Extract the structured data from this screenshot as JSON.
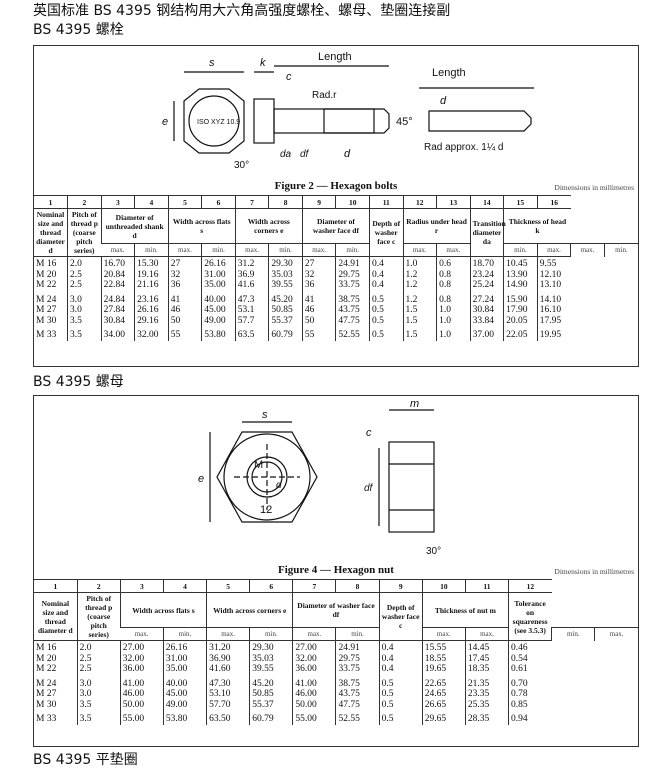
{
  "title": "英国标准 BS 4395 钢结构用大六角高强度螺栓、螺母、垫圈连接副",
  "sections": {
    "bolt": "BS 4395 螺栓",
    "nut": "BS 4395 螺母",
    "washer": "BS 4395 平垫圈"
  },
  "bolt_drawing": {
    "labels": {
      "s": "s",
      "k": "k",
      "length": "Length",
      "c": "c",
      "rad": "Rad.r",
      "e": "e",
      "angle45": "45°",
      "da": "da",
      "df": "df",
      "d": "d",
      "angle30": "30°",
      "length2": "Length",
      "d2": "d",
      "rad_approx": "Rad approx. 1¼ d",
      "head_mark": "ISO XYZ 10.9"
    }
  },
  "nut_drawing": {
    "labels": {
      "s": "s",
      "m_top": "m",
      "c": "c",
      "M": "M",
      "d": "d",
      "grade": "12",
      "e": "e",
      "df": "df",
      "angle30": "30°"
    }
  },
  "bolt_table": {
    "caption": "Figure 2 — Hexagon bolts",
    "units": "Dimensions in millimetres",
    "col_numbers": [
      "1",
      "2",
      "3",
      "4",
      "5",
      "6",
      "7",
      "8",
      "9",
      "10",
      "11",
      "12",
      "13",
      "14",
      "15",
      "16"
    ],
    "headers": [
      {
        "text": "Nominal size and thread diameter d",
        "span": 1
      },
      {
        "text": "Pitch of thread p (coarse pitch series)",
        "span": 1
      },
      {
        "text": "Diameter of unthreaded shank d",
        "span": 2
      },
      {
        "text": "Width across flats s",
        "span": 2
      },
      {
        "text": "Width across corners e",
        "span": 2
      },
      {
        "text": "Diameter of washer face df",
        "span": 2
      },
      {
        "text": "Depth of washer face c",
        "span": 1
      },
      {
        "text": "Radius under head r",
        "span": 2
      },
      {
        "text": "Transition diameter da",
        "span": 1
      },
      {
        "text": "Thickness of head k",
        "span": 2
      }
    ],
    "subheaders": [
      "max.",
      "min.",
      "max.",
      "min.",
      "max.",
      "min.",
      "max.",
      "min.",
      "max.",
      "max.",
      "min.",
      "max.",
      "max.",
      "min."
    ],
    "rows": [
      [
        "M 16",
        "2.0",
        "16.70",
        "15.30",
        "27",
        "26.16",
        "31.2",
        "29.30",
        "27",
        "24.91",
        "0.4",
        "1.0",
        "0.6",
        "18.70",
        "10.45",
        "9.55"
      ],
      [
        "M 20",
        "2.5",
        "20.84",
        "19.16",
        "32",
        "31.00",
        "36.9",
        "35.03",
        "32",
        "29.75",
        "0.4",
        "1.2",
        "0.8",
        "23.24",
        "13.90",
        "12.10"
      ],
      [
        "M 22",
        "2.5",
        "22.84",
        "21.16",
        "36",
        "35.00",
        "41.6",
        "39.55",
        "36",
        "33.75",
        "0.4",
        "1.2",
        "0.8",
        "25.24",
        "14.90",
        "13.10"
      ],
      [
        "M 24",
        "3.0",
        "24.84",
        "23.16",
        "41",
        "40.00",
        "47.3",
        "45.20",
        "41",
        "38.75",
        "0.5",
        "1.2",
        "0.8",
        "27.24",
        "15.90",
        "14.10"
      ],
      [
        "M 27",
        "3.0",
        "27.84",
        "26.16",
        "46",
        "45.00",
        "53.1",
        "50.85",
        "46",
        "43.75",
        "0.5",
        "1.5",
        "1.0",
        "30.84",
        "17.90",
        "16.10"
      ],
      [
        "M 30",
        "3.5",
        "30.84",
        "29.16",
        "50",
        "49.00",
        "57.7",
        "55.37",
        "50",
        "47.75",
        "0.5",
        "1.5",
        "1.0",
        "33.84",
        "20.05",
        "17.95"
      ],
      [
        "M 33",
        "3.5",
        "34.00",
        "32.00",
        "55",
        "53.80",
        "63.5",
        "60.79",
        "55",
        "52.55",
        "0.5",
        "1.5",
        "1.0",
        "37.00",
        "22.05",
        "19.95"
      ]
    ]
  },
  "nut_table": {
    "caption": "Figure 4 — Hexagon nut",
    "units": "Dimensions in millimetres",
    "col_numbers": [
      "1",
      "2",
      "3",
      "4",
      "5",
      "6",
      "7",
      "8",
      "9",
      "10",
      "11",
      "12"
    ],
    "headers": [
      {
        "text": "Nominal size and thread diameter d",
        "span": 1
      },
      {
        "text": "Pitch of thread p (coarse pitch series)",
        "span": 1
      },
      {
        "text": "Width across flats s",
        "span": 2
      },
      {
        "text": "Width across corners e",
        "span": 2
      },
      {
        "text": "Diameter of washer face df",
        "span": 2
      },
      {
        "text": "Depth of washer face c",
        "span": 1
      },
      {
        "text": "Thickness of nut m",
        "span": 2
      },
      {
        "text": "Tolerance on squareness (see 3.5.3)",
        "span": 1
      }
    ],
    "subheaders": [
      "max.",
      "min.",
      "max.",
      "min.",
      "max.",
      "min.",
      "max.",
      "max.",
      "min.",
      "max."
    ],
    "rows": [
      [
        "M 16",
        "2.0",
        "27.00",
        "26.16",
        "31.20",
        "29.30",
        "27.00",
        "24.91",
        "0.4",
        "15.55",
        "14.45",
        "0.46"
      ],
      [
        "M 20",
        "2.5",
        "32.00",
        "31.00",
        "36.90",
        "35.03",
        "32.00",
        "29.75",
        "0.4",
        "18.55",
        "17.45",
        "0.54"
      ],
      [
        "M 22",
        "2.5",
        "36.00",
        "35.00",
        "41.60",
        "39.55",
        "36.00",
        "33.75",
        "0.4",
        "19.65",
        "18.35",
        "0.61"
      ],
      [
        "M 24",
        "3.0",
        "41.00",
        "40.00",
        "47.30",
        "45.20",
        "41.00",
        "38.75",
        "0.5",
        "22.65",
        "21.35",
        "0.70"
      ],
      [
        "M 27",
        "3.0",
        "46.00",
        "45.00",
        "53.10",
        "50.85",
        "46.00",
        "43.75",
        "0.5",
        "24.65",
        "23.35",
        "0.78"
      ],
      [
        "M 30",
        "3.5",
        "50.00",
        "49.00",
        "57.70",
        "55.37",
        "50.00",
        "47.75",
        "0.5",
        "26.65",
        "25.35",
        "0.85"
      ],
      [
        "M 33",
        "3.5",
        "55.00",
        "53.80",
        "63.50",
        "60.79",
        "55.00",
        "52.55",
        "0.5",
        "29.65",
        "28.35",
        "0.94"
      ]
    ]
  }
}
